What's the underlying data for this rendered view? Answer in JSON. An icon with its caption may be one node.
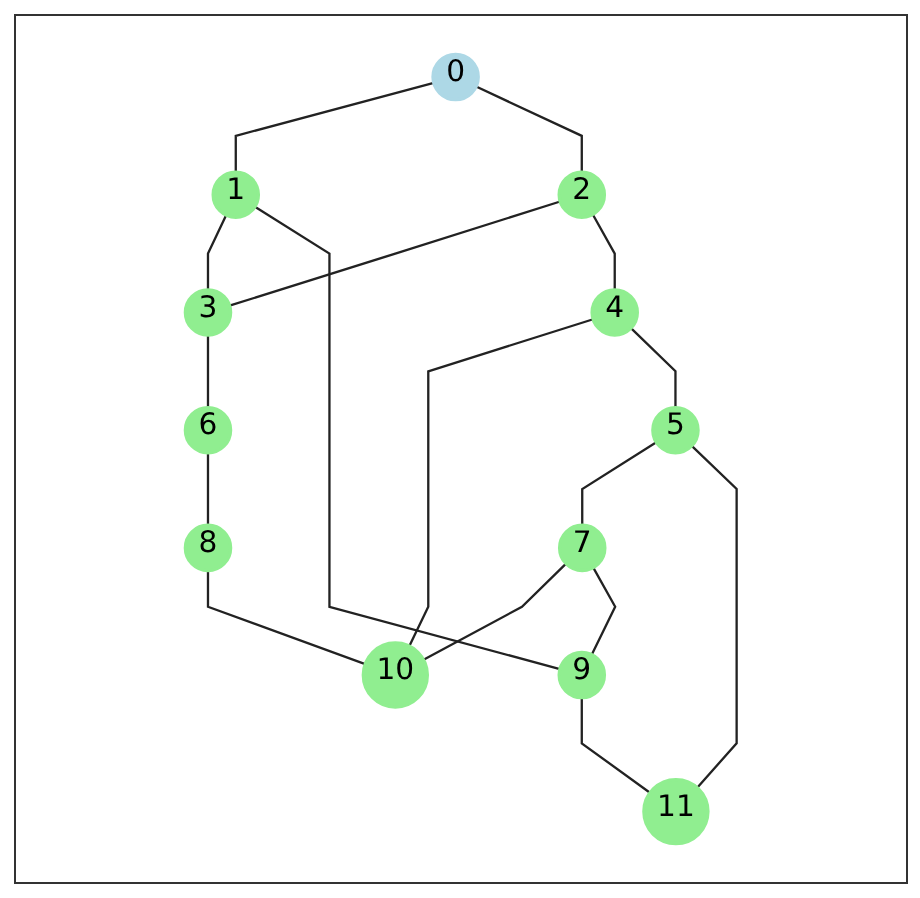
{
  "diagram": {
    "nodes": [
      {
        "text": [
          "0"
        ]
      },
      {
        "text": [
          "1"
        ]
      },
      {
        "text": [
          "2"
        ]
      },
      {
        "text": [
          "3"
        ]
      },
      {
        "text": [
          "4"
        ]
      },
      {
        "text": [
          "5"
        ]
      },
      {
        "text": [
          "6"
        ]
      },
      {
        "text": [
          "7"
        ]
      },
      {
        "text": [
          "8"
        ]
      },
      {
        "text": [
          "9"
        ]
      },
      {
        "text": [
          "10"
        ]
      },
      {
        "text": [
          "11"
        ]
      }
    ],
    "edges": [
      {
        "from": 0,
        "to": 1,
        "arrow": "none"
      },
      {
        "from": 0,
        "to": 2,
        "arrow": "none"
      },
      {
        "from": 1,
        "to": 3,
        "arrow": "none"
      },
      {
        "from": 1,
        "to": 9,
        "arrow": "none"
      },
      {
        "from": 2,
        "to": 3,
        "arrow": "none"
      },
      {
        "from": 2,
        "to": 4,
        "arrow": "none"
      },
      {
        "from": 3,
        "to": 6,
        "arrow": "none"
      },
      {
        "from": 4,
        "to": 10,
        "arrow": "none"
      },
      {
        "from": 4,
        "to": 5,
        "arrow": "none"
      },
      {
        "from": 5,
        "to": 7,
        "arrow": "none"
      },
      {
        "from": 5,
        "to": 11,
        "arrow": "none"
      },
      {
        "from": 6,
        "to": 8,
        "arrow": "none"
      },
      {
        "from": 7,
        "to": 10,
        "arrow": "none"
      },
      {
        "from": 7,
        "to": 9,
        "arrow": "none"
      },
      {
        "from": 8,
        "to": 10,
        "arrow": "none"
      },
      {
        "from": 9,
        "to": 11,
        "arrow": "none"
      }
    ]
  }
}
